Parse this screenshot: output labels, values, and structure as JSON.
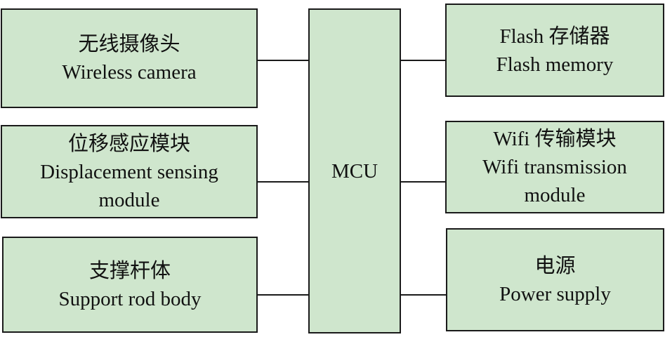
{
  "colors": {
    "box_fill": "#cfe6cd",
    "border": "#1a1a1a",
    "text": "#111111"
  },
  "mcu": {
    "label": "MCU"
  },
  "left_modules": [
    {
      "zh": "无线摄像头",
      "en": "Wireless camera"
    },
    {
      "zh": "位移感应模块",
      "en": "Displacement sensing",
      "en2": "module"
    },
    {
      "zh": "支撑杆体",
      "en": "Support rod body"
    }
  ],
  "right_modules": [
    {
      "zh": "Flash 存储器",
      "en": "Flash memory"
    },
    {
      "zh": "Wifi 传输模块",
      "en": "Wifi transmission",
      "en2": "module"
    },
    {
      "zh": "电源",
      "en": "Power supply"
    }
  ]
}
